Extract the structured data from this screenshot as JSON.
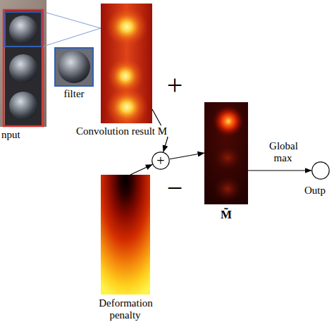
{
  "diagram": {
    "nodes": [
      {
        "text": [
          "nput"
        ]
      },
      {
        "text": [
          "filter"
        ]
      },
      {
        "text": [
          "Convolution result M"
        ]
      },
      {
        "text": [
          "+"
        ]
      },
      {
        "text": [
          "Deformation penalty"
        ]
      },
      {
        "text": [
          "M̃"
        ]
      },
      {
        "text": [
          "Outp"
        ]
      }
    ],
    "edges": [
      {
        "from": 0,
        "to": 2,
        "arrow": "none"
      },
      {
        "from": 2,
        "to": 3,
        "arrow": "to",
        "label": "+"
      },
      {
        "from": 4,
        "to": 3,
        "arrow": "to",
        "label": "−"
      },
      {
        "from": 3,
        "to": 5,
        "arrow": "to"
      },
      {
        "from": 5,
        "to": 6,
        "arrow": "to",
        "label": "Global max"
      }
    ]
  }
}
